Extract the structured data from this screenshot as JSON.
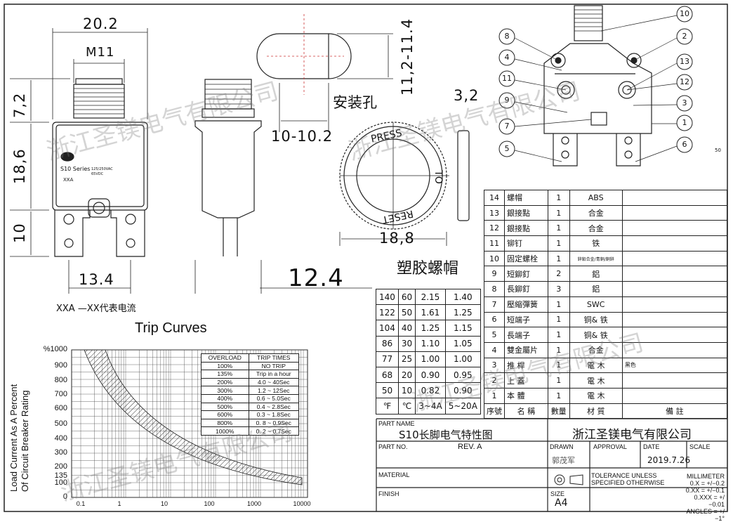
{
  "drawing": {
    "dims": {
      "width": "20.2",
      "thread": "M11",
      "cap_h": "7,2",
      "body_h": "18,6",
      "term_h": "10",
      "term_span": "13.4",
      "lead": "12.4",
      "hole_w": "10-10.2",
      "hole_h": "11,2-11.4",
      "cap_d": "18,8",
      "cap_t": "3,2"
    },
    "hole_label": "安装孔",
    "cap_label": "塑胶螺帽",
    "legend": "XXA —XX代表电流",
    "label_series": "S10 Series",
    "label_rating1": "125/250VAC",
    "label_rating2": "65VDC",
    "label_xxa": "XXA",
    "cap_text_press": "PRESS",
    "cap_text_to": "TO",
    "cap_text_reset": "RESET",
    "side_note": "50",
    "watermark": "浙江圣镁电气有限公司",
    "balloons": [
      "10",
      "8",
      "2",
      "4",
      "13",
      "11",
      "12",
      "9",
      "3",
      "7",
      "1",
      "5",
      "6"
    ]
  },
  "trip_curves": {
    "title": "Trip Curves",
    "ylabel1": "Load Current As A Percent",
    "ylabel2": "Of Circuit Breaker Rating",
    "y_ticks": [
      "%1000",
      "900",
      "800",
      "700",
      "600",
      "500",
      "400",
      "300",
      "200",
      "135",
      "100",
      "0"
    ],
    "x_ticks": [
      "0.1",
      "1",
      "10",
      "100",
      "1000",
      "10000"
    ],
    "table_header": [
      "OVERLOAD",
      "TRIP TIMES"
    ],
    "table_rows": [
      [
        "100%",
        "NO   TRIP"
      ],
      [
        "135%",
        "Trip in a hour"
      ],
      [
        "200%",
        "4.0 ~ 40Sec"
      ],
      [
        "300%",
        "1.2 ~ 12Sec"
      ],
      [
        "400%",
        "0.6 ~ 5.0Sec"
      ],
      [
        "500%",
        "0.4 ~ 2.8Sec"
      ],
      [
        "600%",
        "0.3 ~ 1.8Sec"
      ],
      [
        "800%",
        "0. 8 ~ 0.9Sec"
      ],
      [
        "1000%",
        "0. 2 ~ 0.7Sec"
      ]
    ]
  },
  "temp_table": {
    "rows": [
      [
        "140",
        "60",
        "2.15",
        "1.40"
      ],
      [
        "122",
        "50",
        "1.61",
        "1.25"
      ],
      [
        "104",
        "40",
        "1.25",
        "1.15"
      ],
      [
        "86",
        "30",
        "1.10",
        "1.05"
      ],
      [
        "77",
        "25",
        "1.00",
        "1.00"
      ],
      [
        "68",
        "20",
        "0.90",
        "0.95"
      ],
      [
        "50",
        "10",
        "0.82",
        "0.90"
      ],
      [
        "℉",
        "℃",
        "3~4A",
        "5~20A"
      ]
    ]
  },
  "bom": {
    "rows": [
      [
        "14",
        "螺帽",
        "1",
        "ABS",
        ""
      ],
      [
        "13",
        "銀接點",
        "1",
        "合金",
        ""
      ],
      [
        "12",
        "銀接點",
        "1",
        "合金",
        ""
      ],
      [
        "11",
        "铆钉",
        "1",
        "铁",
        ""
      ],
      [
        "10",
        "固定螺栓",
        "1",
        "鋅鉛合金/青銅/銅鋅",
        ""
      ],
      [
        "9",
        "短鉚釘",
        "2",
        "鋁",
        ""
      ],
      [
        "8",
        "長鉚釘",
        "3",
        "鋁",
        ""
      ],
      [
        "7",
        "壓縮彈簧",
        "1",
        "SWC",
        ""
      ],
      [
        "6",
        "短端子",
        "1",
        "铜& 铁",
        ""
      ],
      [
        "5",
        "長端子",
        "1",
        "铜& 铁",
        ""
      ],
      [
        "4",
        "雙金屬片",
        "1",
        "合金",
        ""
      ],
      [
        "3",
        "推  桿",
        "1",
        "電  木",
        "黑色"
      ],
      [
        "2",
        "上  蓋",
        "1",
        "電  木",
        ""
      ],
      [
        "1",
        "本  體",
        "1",
        "電  木",
        ""
      ]
    ],
    "header": [
      "序號",
      "名  稱",
      "數量",
      "材  質",
      "備   註"
    ]
  },
  "title_block": {
    "part_name_label": "PART NAME",
    "part_name": "S10长脚电气特性图",
    "company": "浙江圣镁电气有限公司",
    "part_no_label": "PART NO.",
    "rev": "REV. A",
    "drawn_label": "DRAWN",
    "drawn": "郭茂军",
    "approval_label": "APPROVAL",
    "date_label": "DATE",
    "date": "2019.7.26",
    "scale_label": "SCALE",
    "material_label": "MATERIAL",
    "finish_label": "FINISH",
    "tol1": "TOLERANCE  UNLESS",
    "tol2": "SPECIFIED  OTHERWISE",
    "unit": "MILLIMETER",
    "tol_a": "0.X  =  +/−0.2",
    "tol_b": "0.XX  =  +/−0.1",
    "tol_c": "0.XXX  =  +/−0.01",
    "tol_d": "ANGLES  =  +/−1°",
    "size_label": "SIZE",
    "size": "A4"
  }
}
